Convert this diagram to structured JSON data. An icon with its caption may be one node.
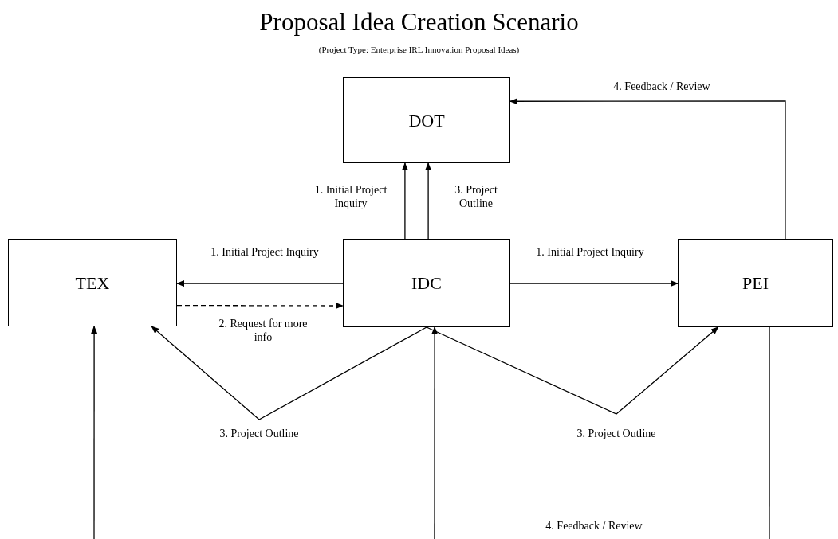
{
  "diagram": {
    "title": "Proposal Idea Creation Scenario",
    "caption": "(Project Type: Enterprise IRL Innovation Proposal Ideas)",
    "nodes": [
      {
        "text": [
          "DOT"
        ]
      },
      {
        "text": [
          "TEX"
        ]
      },
      {
        "text": [
          "IDC"
        ]
      },
      {
        "text": [
          "PEI"
        ]
      }
    ],
    "edges": [
      {
        "from": 2,
        "to": 0,
        "arrow": "to",
        "label": "1. Initial Project Inquiry"
      },
      {
        "from": 2,
        "to": 0,
        "arrow": "to",
        "label": "3. Project Outline"
      },
      {
        "from": 2,
        "to": 1,
        "arrow": "to",
        "label": "1. Initial Project Inquiry"
      },
      {
        "from": 1,
        "to": 2,
        "arrow": "to",
        "label": "2. Request for more info",
        "style": "dashed"
      },
      {
        "from": 2,
        "to": 3,
        "arrow": "to",
        "label": "1. Initial Project Inquiry"
      },
      {
        "from": 3,
        "to": 0,
        "arrow": "to",
        "label": "4. Feedback / Review"
      },
      {
        "from": 2,
        "to": 1,
        "arrow": "to",
        "label": "3. Project Outline"
      },
      {
        "from": 2,
        "to": 3,
        "arrow": "to",
        "label": "3. Project Outline"
      },
      {
        "from": null,
        "to": 1,
        "arrow": "to"
      },
      {
        "from": null,
        "to": 2,
        "arrow": "to"
      },
      {
        "from": 3,
        "to": null,
        "arrow": "none"
      }
    ],
    "labels": [
      "4. Feedback / Review"
    ]
  }
}
